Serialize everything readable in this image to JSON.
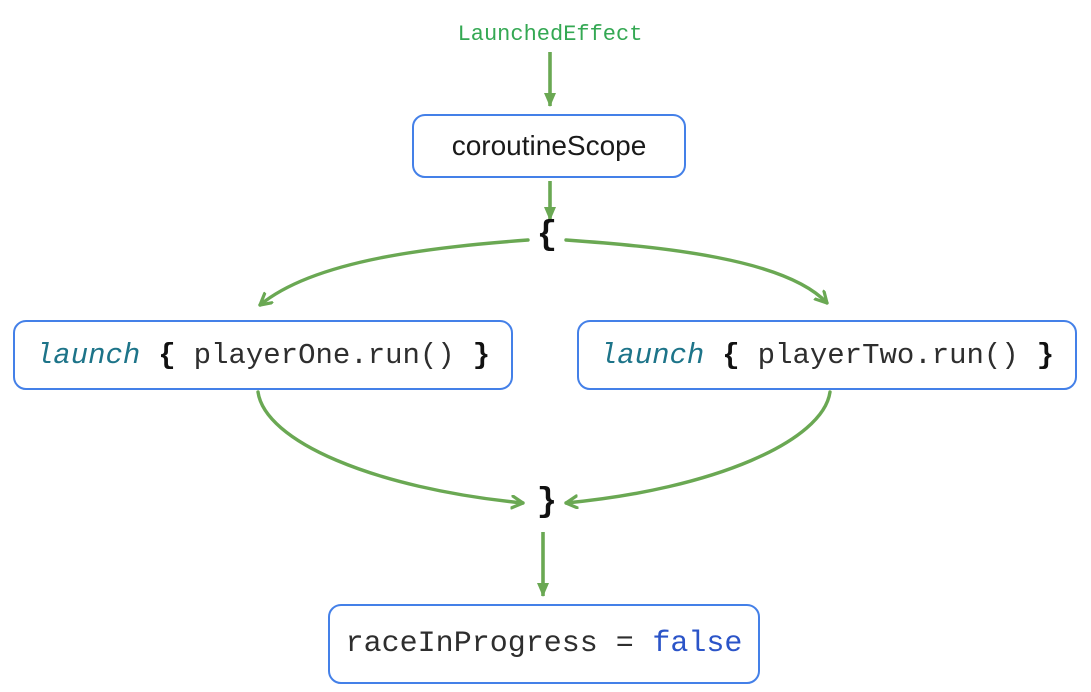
{
  "colors": {
    "arrow_green": "#6aa853",
    "label_green": "#34a853",
    "border_blue": "#4480e8",
    "keyword_teal": "#1d7489",
    "value_blue": "#2b54c8",
    "code_dark": "#2e2e2e",
    "brace_black": "#111111",
    "scope_text": "#1a1a1a"
  },
  "diagram": {
    "top_label": "LaunchedEffect",
    "scope_box_label": "coroutineScope",
    "scope_open_brace": "{",
    "scope_close_brace": "}",
    "launch_boxes": [
      {
        "keyword": "launch",
        "open_brace": "{",
        "body": "playerOne.run()",
        "close_brace": "}"
      },
      {
        "keyword": "launch",
        "open_brace": "{",
        "body": "playerTwo.run()",
        "close_brace": "}"
      }
    ],
    "result_box": {
      "code": "raceInProgress =",
      "value": "false"
    }
  }
}
